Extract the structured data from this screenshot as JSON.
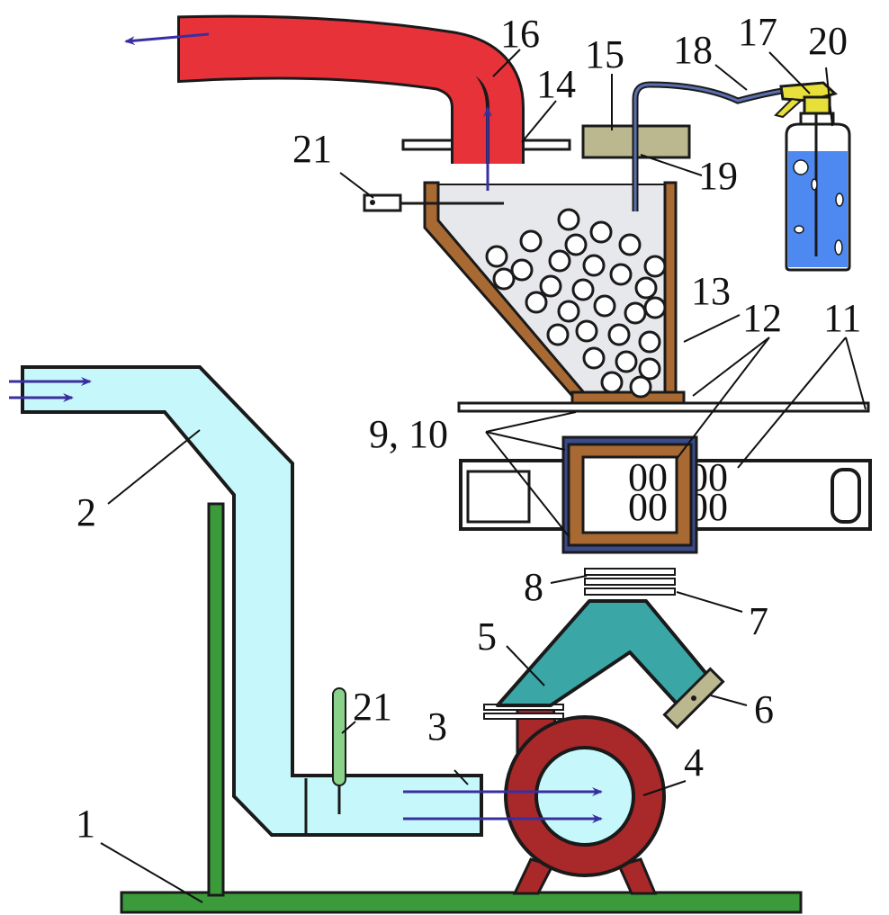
{
  "diagram": {
    "labels": {
      "l1": "1",
      "l2": "2",
      "l3": "3",
      "l4": "4",
      "l5": "5",
      "l6": "6",
      "l7": "7",
      "l8": "8",
      "l9_10": "9, 10",
      "l11": "11",
      "l12": "12",
      "l13": "13",
      "l14": "14",
      "l15": "15",
      "l16": "16",
      "l17": "17",
      "l18": "18",
      "l19": "19",
      "l20": "20",
      "l21_top": "21",
      "l21_bottom": "21"
    },
    "gauge_digits": "00",
    "colors": {
      "inlet_duct": "#c6f7fb",
      "outlet_duct": "#e8323a",
      "stand": "#3b9a3a",
      "fan": "#a9282a",
      "diffuser": "#3aa6a6",
      "hopper_wall": "#a86a32",
      "sensor_box": "#bbb890",
      "spray_body": "#e8e03a",
      "water": "#3b7cf0",
      "arrow": "#3a2fa0"
    }
  }
}
